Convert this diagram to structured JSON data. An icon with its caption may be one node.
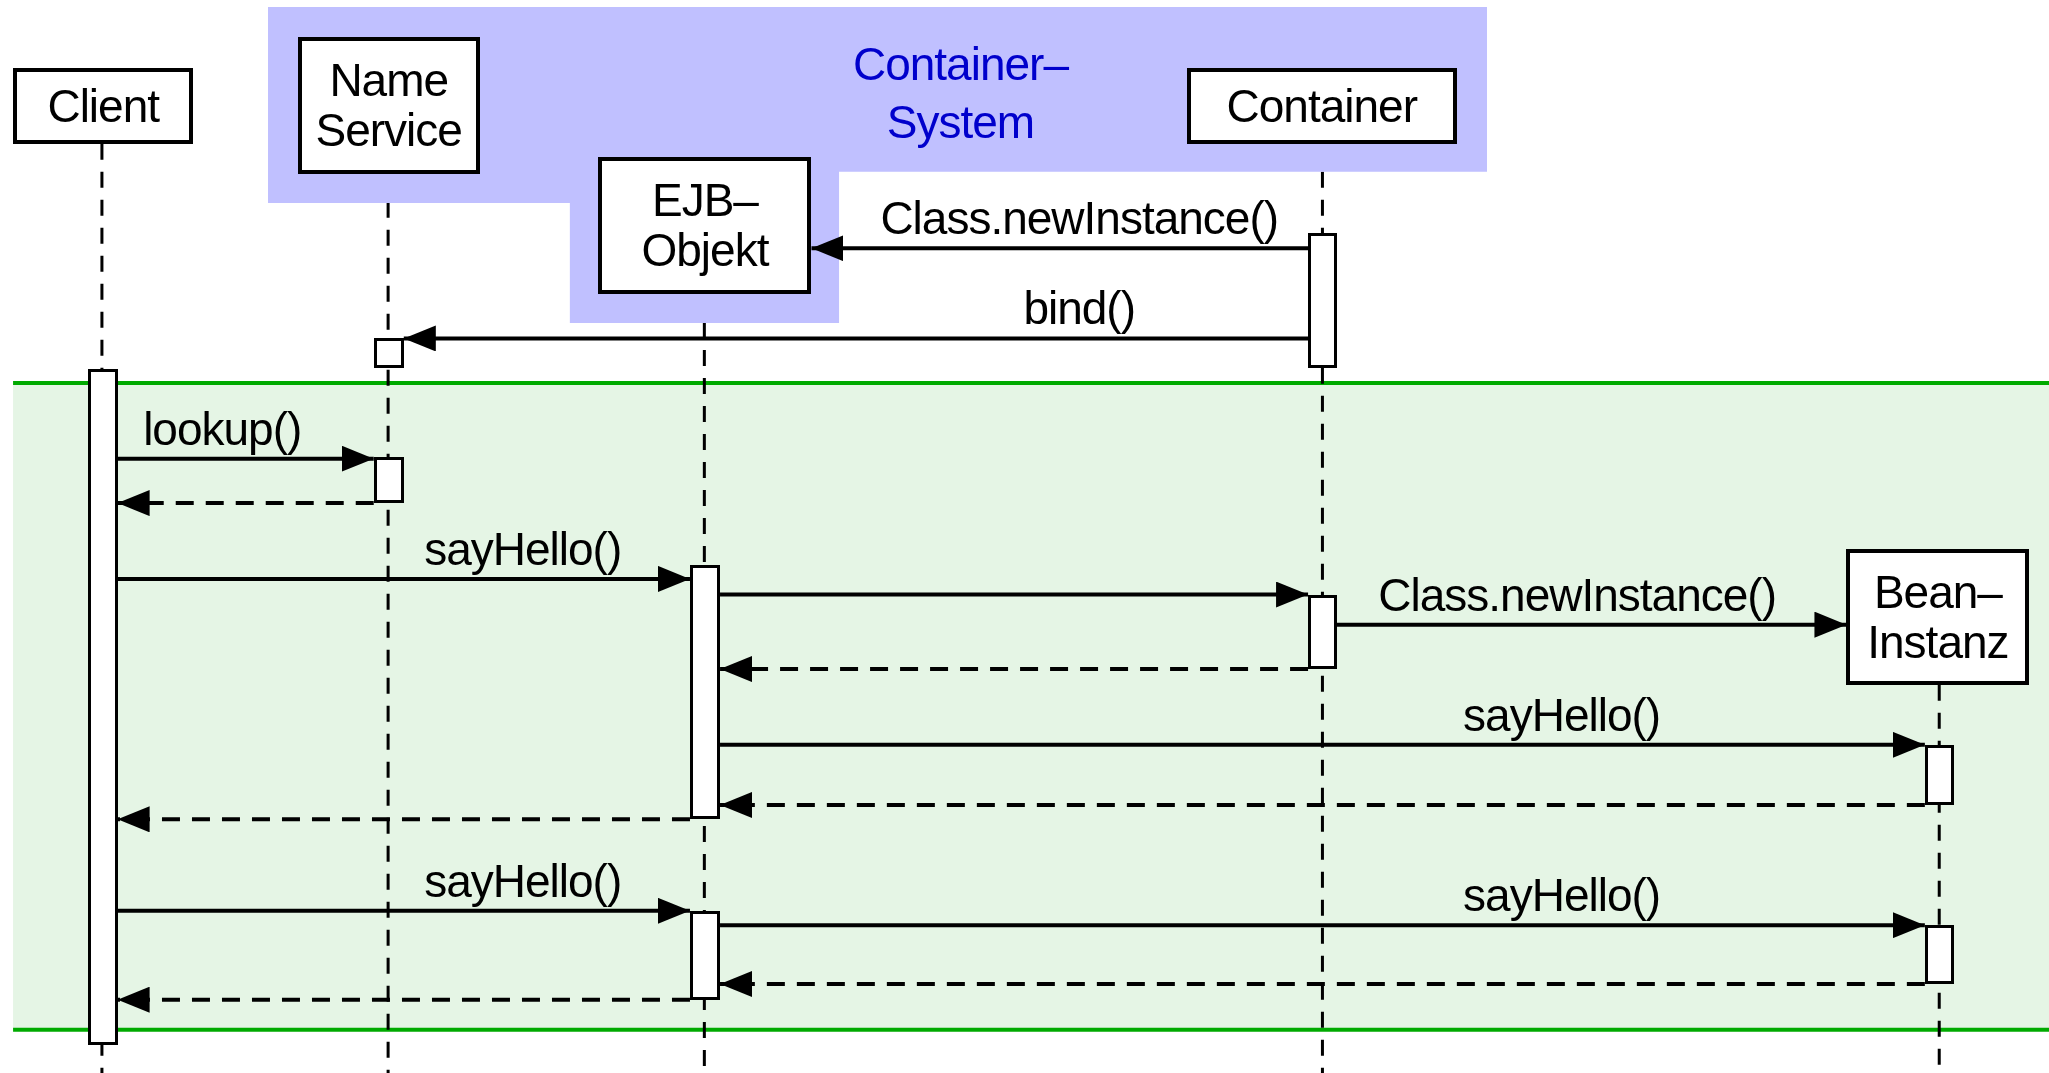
{
  "diagram": {
    "nodes": [
      {
        "text": [
          "Client"
        ]
      },
      {
        "text": [
          "Container– System"
        ]
      },
      {
        "text": [
          "Name Service"
        ],
        "in": 1
      },
      {
        "text": [
          "EJB– Objekt"
        ],
        "in": 1
      },
      {
        "text": [
          "Container"
        ],
        "in": 1
      },
      {
        "text": [
          "Bean– Instanz"
        ]
      },
      {
        "text": [],
        "shape": "bar"
      },
      {
        "text": [],
        "shape": "bar"
      },
      {
        "text": [],
        "shape": "bar"
      },
      {
        "text": [],
        "shape": "bar"
      },
      {
        "text": [],
        "shape": "bar"
      },
      {
        "text": [],
        "shape": "bar"
      },
      {
        "text": [],
        "shape": "bar"
      },
      {
        "text": [],
        "shape": "bar"
      },
      {
        "text": [],
        "shape": "bar"
      }
    ],
    "edges": [
      {
        "from": 6,
        "to": 3,
        "arrow": "to",
        "label": "Class.newInstance()"
      },
      {
        "from": 6,
        "to": 7,
        "arrow": "to",
        "label": "bind()"
      },
      {
        "from": 8,
        "to": 9,
        "arrow": "to",
        "label": "lookup()"
      },
      {
        "from": 9,
        "to": 8,
        "arrow": "to",
        "style": "dashed"
      },
      {
        "from": 8,
        "to": 10,
        "arrow": "to",
        "label": "sayHello()"
      },
      {
        "from": 10,
        "to": 11,
        "arrow": "to"
      },
      {
        "from": 11,
        "to": 5,
        "arrow": "to",
        "label": "Class.newInstance()"
      },
      {
        "from": 11,
        "to": 10,
        "arrow": "to",
        "style": "dashed"
      },
      {
        "from": 10,
        "to": 12,
        "arrow": "to",
        "label": "sayHello()"
      },
      {
        "from": 12,
        "to": 10,
        "arrow": "to",
        "style": "dashed"
      },
      {
        "from": 10,
        "to": 8,
        "arrow": "to",
        "style": "dashed"
      },
      {
        "from": 8,
        "to": 13,
        "arrow": "to",
        "label": "sayHello()"
      },
      {
        "from": 13,
        "to": 14,
        "arrow": "to",
        "label": "sayHello()"
      },
      {
        "from": 14,
        "to": 13,
        "arrow": "to",
        "style": "dashed"
      },
      {
        "from": 13,
        "to": 8,
        "arrow": "to",
        "style": "dashed"
      }
    ]
  }
}
